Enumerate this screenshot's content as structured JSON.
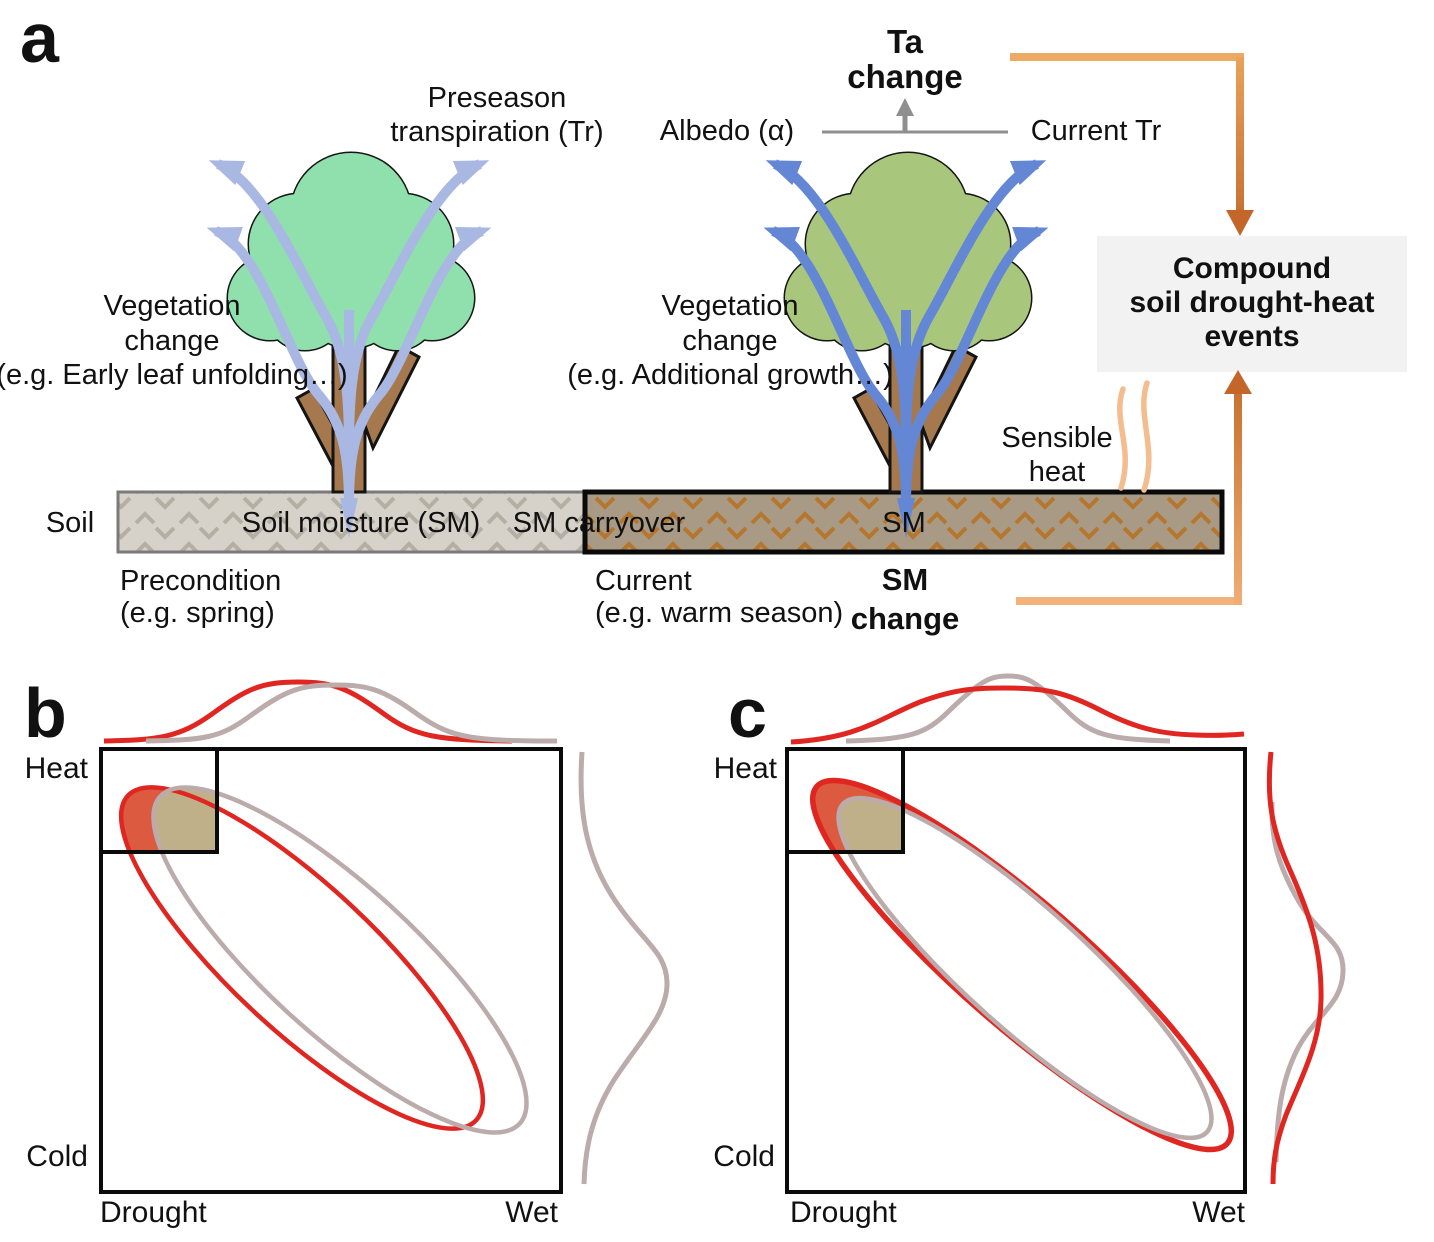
{
  "figure": {
    "panel_a": {
      "label": "a",
      "preseason_lines": [
        "Preseason",
        "transpiration (Tr)"
      ],
      "ta_change_lines": [
        "Ta",
        "change"
      ],
      "albedo": "Albedo (α)",
      "current_tr": "Current Tr",
      "veg_left_lines": [
        "Vegetation",
        "change",
        "(e.g. Early leaf unfolding…)"
      ],
      "veg_right_lines": [
        "Vegetation",
        "change",
        "(e.g. Additional growth…)"
      ],
      "compound_lines": [
        "Compound",
        "soil drought-heat",
        "events"
      ],
      "sensible_lines": [
        "Sensible",
        "heat"
      ],
      "soil_label": "Soil",
      "soil_moisture": "Soil moisture (SM)",
      "sm_carryover": "SM carryover",
      "sm": "SM",
      "precondition_lines": [
        "Precondition",
        "(e.g. spring)"
      ],
      "current_lines": [
        "Current",
        "(e.g. warm season)"
      ],
      "sm_change_lines": [
        "SM",
        "change"
      ]
    },
    "panel_b": {
      "label": "b",
      "y_top": "Heat",
      "y_bottom": "Cold",
      "x_left": "Drought",
      "x_right": "Wet"
    },
    "panel_c": {
      "label": "c",
      "y_top": "Heat",
      "y_bottom": "Cold",
      "x_left": "Drought",
      "x_right": "Wet"
    },
    "colors": {
      "red_curve": "#e02621",
      "gray_curve": "#bcabab",
      "red_fill": "#dc5a40",
      "tan_fill": "#c0b08a",
      "tree1_canopy": "#8fe0ac",
      "tree2_canopy": "#a9c77c",
      "trunk": "#a5794d",
      "tree1_arrows": "#a9b8e2",
      "tree2_arrows": "#6487d5",
      "soil_left_fill": "#d6d2c9",
      "soil_left_pattern": "#b3afa3",
      "soil_right_fill": "#a89a84",
      "soil_right_pattern": "#b5762e",
      "orange_light": "#f0ad74",
      "orange_dark": "#c4662a",
      "heat_wave": "#f3bd90",
      "compound_box_fill": "#f2f2f2",
      "gray_line": "#8f8f8f",
      "text": "#111111"
    }
  }
}
